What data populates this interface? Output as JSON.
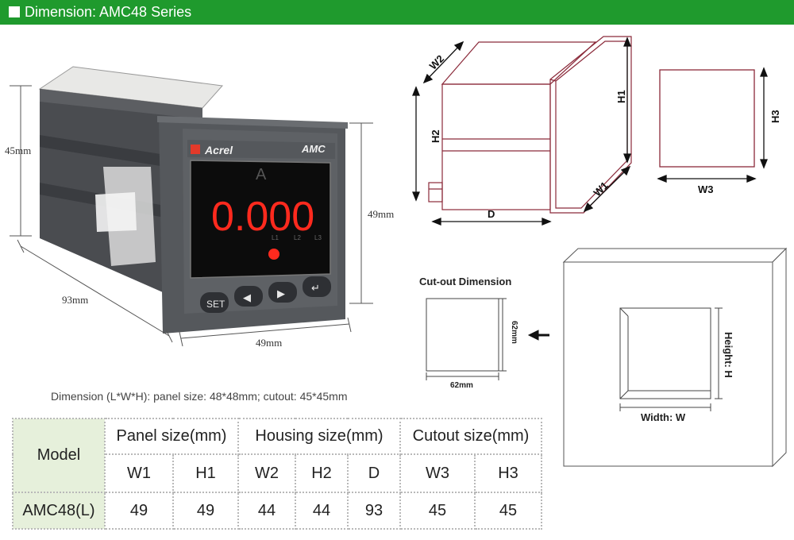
{
  "header": {
    "title": "Dimension: AMC48 Series"
  },
  "meter_photo": {
    "brand": "Acrel",
    "model_label": "AMC",
    "unit_letter": "A",
    "display_value": "0.000",
    "leds": [
      "L1",
      "L2",
      "L3"
    ],
    "buttons": [
      "SET",
      "◀",
      "▶",
      "↵"
    ],
    "dim_depth_left": "45mm",
    "dim_length": "93mm",
    "dim_width": "49mm",
    "dim_height": "49mm"
  },
  "iso_drawing": {
    "w2": "W2",
    "h2": "H2",
    "h1": "H1",
    "w1": "W1",
    "d": "D"
  },
  "front_square": {
    "w3": "W3",
    "h3": "H3"
  },
  "cutout": {
    "title": "Cut-out Dimension",
    "width_label": "62mm",
    "height_label": "62mm"
  },
  "panel": {
    "width_label": "Width: W",
    "height_label": "Height: H"
  },
  "caption": "Dimension (L*W*H): panel size: 48*48mm; cutout: 45*45mm",
  "table": {
    "model_header": "Model",
    "groups": [
      {
        "name": "Panel size",
        "unit": "(mm)"
      },
      {
        "name": "Housing size",
        "unit": "(mm)"
      },
      {
        "name": "Cutout size",
        "unit": "(mm)"
      }
    ],
    "sub_headers": [
      "W1",
      "H1",
      "W2",
      "H2",
      "D",
      "W3",
      "H3"
    ],
    "rows": [
      {
        "model": "AMC48(L)",
        "values": [
          "49",
          "49",
          "44",
          "44",
          "93",
          "45",
          "45"
        ]
      }
    ]
  },
  "colors": {
    "header_green": "#1f9a2d",
    "drawing_line": "#8b2a3a",
    "led_red": "#ff2a1e",
    "model_bg": "#e6f0db"
  }
}
